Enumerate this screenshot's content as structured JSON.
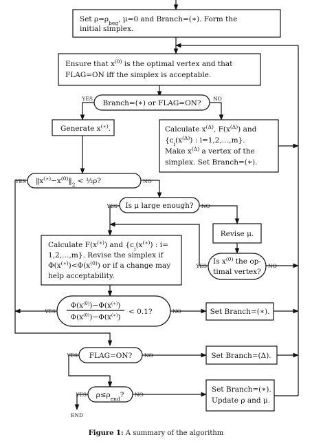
{
  "nodes": {
    "init": [
      "Set ρ=ρ",
      "beg",
      ", μ=0 and Branch=(∗). Form the",
      "initial simplex."
    ],
    "ensure": [
      "Ensure that x",
      "(0)",
      " is the optimal vertex and that",
      "FLAG=ON iff the simplex is acceptable."
    ],
    "branch_q": "Branch=(∗) or FLAG=ON?",
    "generate": [
      "Generate x",
      "(∗)",
      "."
    ],
    "calc_delta": [
      [
        "Calculate x",
        "(Δ)",
        ", F(x",
        "(Δ)",
        ") and"
      ],
      [
        "{c",
        "i",
        "(x",
        "(Δ)",
        ") : i=1,2,…,m}."
      ],
      [
        "Make x",
        "(Δ)",
        " a vertex of the"
      ],
      [
        "simplex. Set Branch=(∗)."
      ]
    ],
    "norm_q": [
      "‖x",
      "(∗)",
      "−x",
      "(0)",
      "‖",
      "2",
      " < ½ρ?"
    ],
    "mu_large_q": "Is μ large enough?",
    "revise_mu": "Revise μ.",
    "calc_star": [
      [
        "Calculate F(x",
        "(∗)",
        ") and {c",
        "i",
        "(x",
        "(∗)",
        ") : i="
      ],
      [
        "1,2,…,m}.  Revise the simplex if"
      ],
      [
        "Φ(x",
        "(∗)",
        ")<Φ(x",
        "(0)",
        ") or if a change may"
      ],
      [
        "help acceptability."
      ]
    ],
    "optimal_q": [
      [
        "Is x",
        "(0)",
        " the op-"
      ],
      [
        "timal vertex?"
      ]
    ],
    "ratio_q": {
      "num": [
        "Φ(x",
        "(0)",
        ")−Φ(x",
        "(∗)",
        ")"
      ],
      "den": [
        "Φ(x",
        "(0)",
        ")−Φ(x",
        "(∗)",
        ")"
      ],
      "rhs": "< 0.1?"
    },
    "set_branch_star_1": "Set Branch=(∗).",
    "flag_q": "FLAG=ON?",
    "set_branch_delta": "Set Branch=(Δ).",
    "rho_q": [
      "ρ≤ρ",
      "end",
      "?"
    ],
    "update": [
      "Set Branch=(∗).",
      "Update ρ and μ."
    ]
  },
  "labels": {
    "yes": "YES",
    "no": "NO",
    "end": "END"
  },
  "caption": {
    "prefix": "Figure 1:",
    "text": " A summary of the algorithm"
  }
}
